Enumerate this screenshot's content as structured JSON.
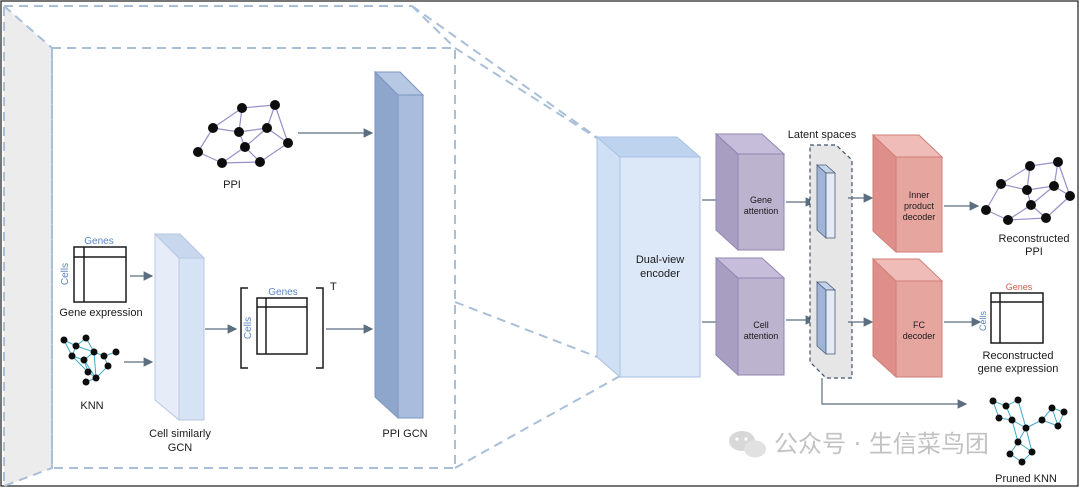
{
  "colors": {
    "dash_blue": "#a9bfd8",
    "light_blue": "#d6e3f5",
    "mid_blue": "#9fb4d6",
    "purple": "#bcb3cf",
    "red": "#e7a5a0",
    "graph_edge": "#9a8fc9",
    "knn_edge": "#3fa9c9",
    "genes_blue": "#5b86c5",
    "genes_red": "#d25c4b",
    "arrow": "#5a6e80"
  },
  "left_panel": {
    "ppi_label": "PPI",
    "gene_matrix": {
      "cols_label": "Genes",
      "rows_label": "Cells",
      "caption": "Gene expression"
    },
    "knn_label": "KNN",
    "cell_gcn_label_1": "Cell similarly",
    "cell_gcn_label_2": "GCN",
    "transpose_matrix": {
      "cols_label": "Genes",
      "rows_label": "Cells",
      "superscript": "T"
    },
    "ppi_gcn_label": "PPI GCN"
  },
  "right_panel": {
    "encoder_label_1": "Dual-view",
    "encoder_label_2": "encoder",
    "gene_attention_1": "Gene",
    "gene_attention_2": "attention",
    "cell_attention_1": "Cell",
    "cell_attention_2": "attention",
    "latent_label": "Latent spaces",
    "inner_decoder_1": "Inner",
    "inner_decoder_2": "product",
    "inner_decoder_3": "decoder",
    "fc_decoder_1": "FC",
    "fc_decoder_2": "decoder",
    "recon_ppi_1": "Reconstructed",
    "recon_ppi_2": "PPI",
    "recon_gene_matrix": {
      "cols_label": "Genes",
      "rows_label": "Cells"
    },
    "recon_gene_1": "Reconstructed",
    "recon_gene_2": "gene expression",
    "pruned_knn": "Pruned KNN"
  },
  "watermark": {
    "text": "公众号 · 生信菜鸟团"
  }
}
